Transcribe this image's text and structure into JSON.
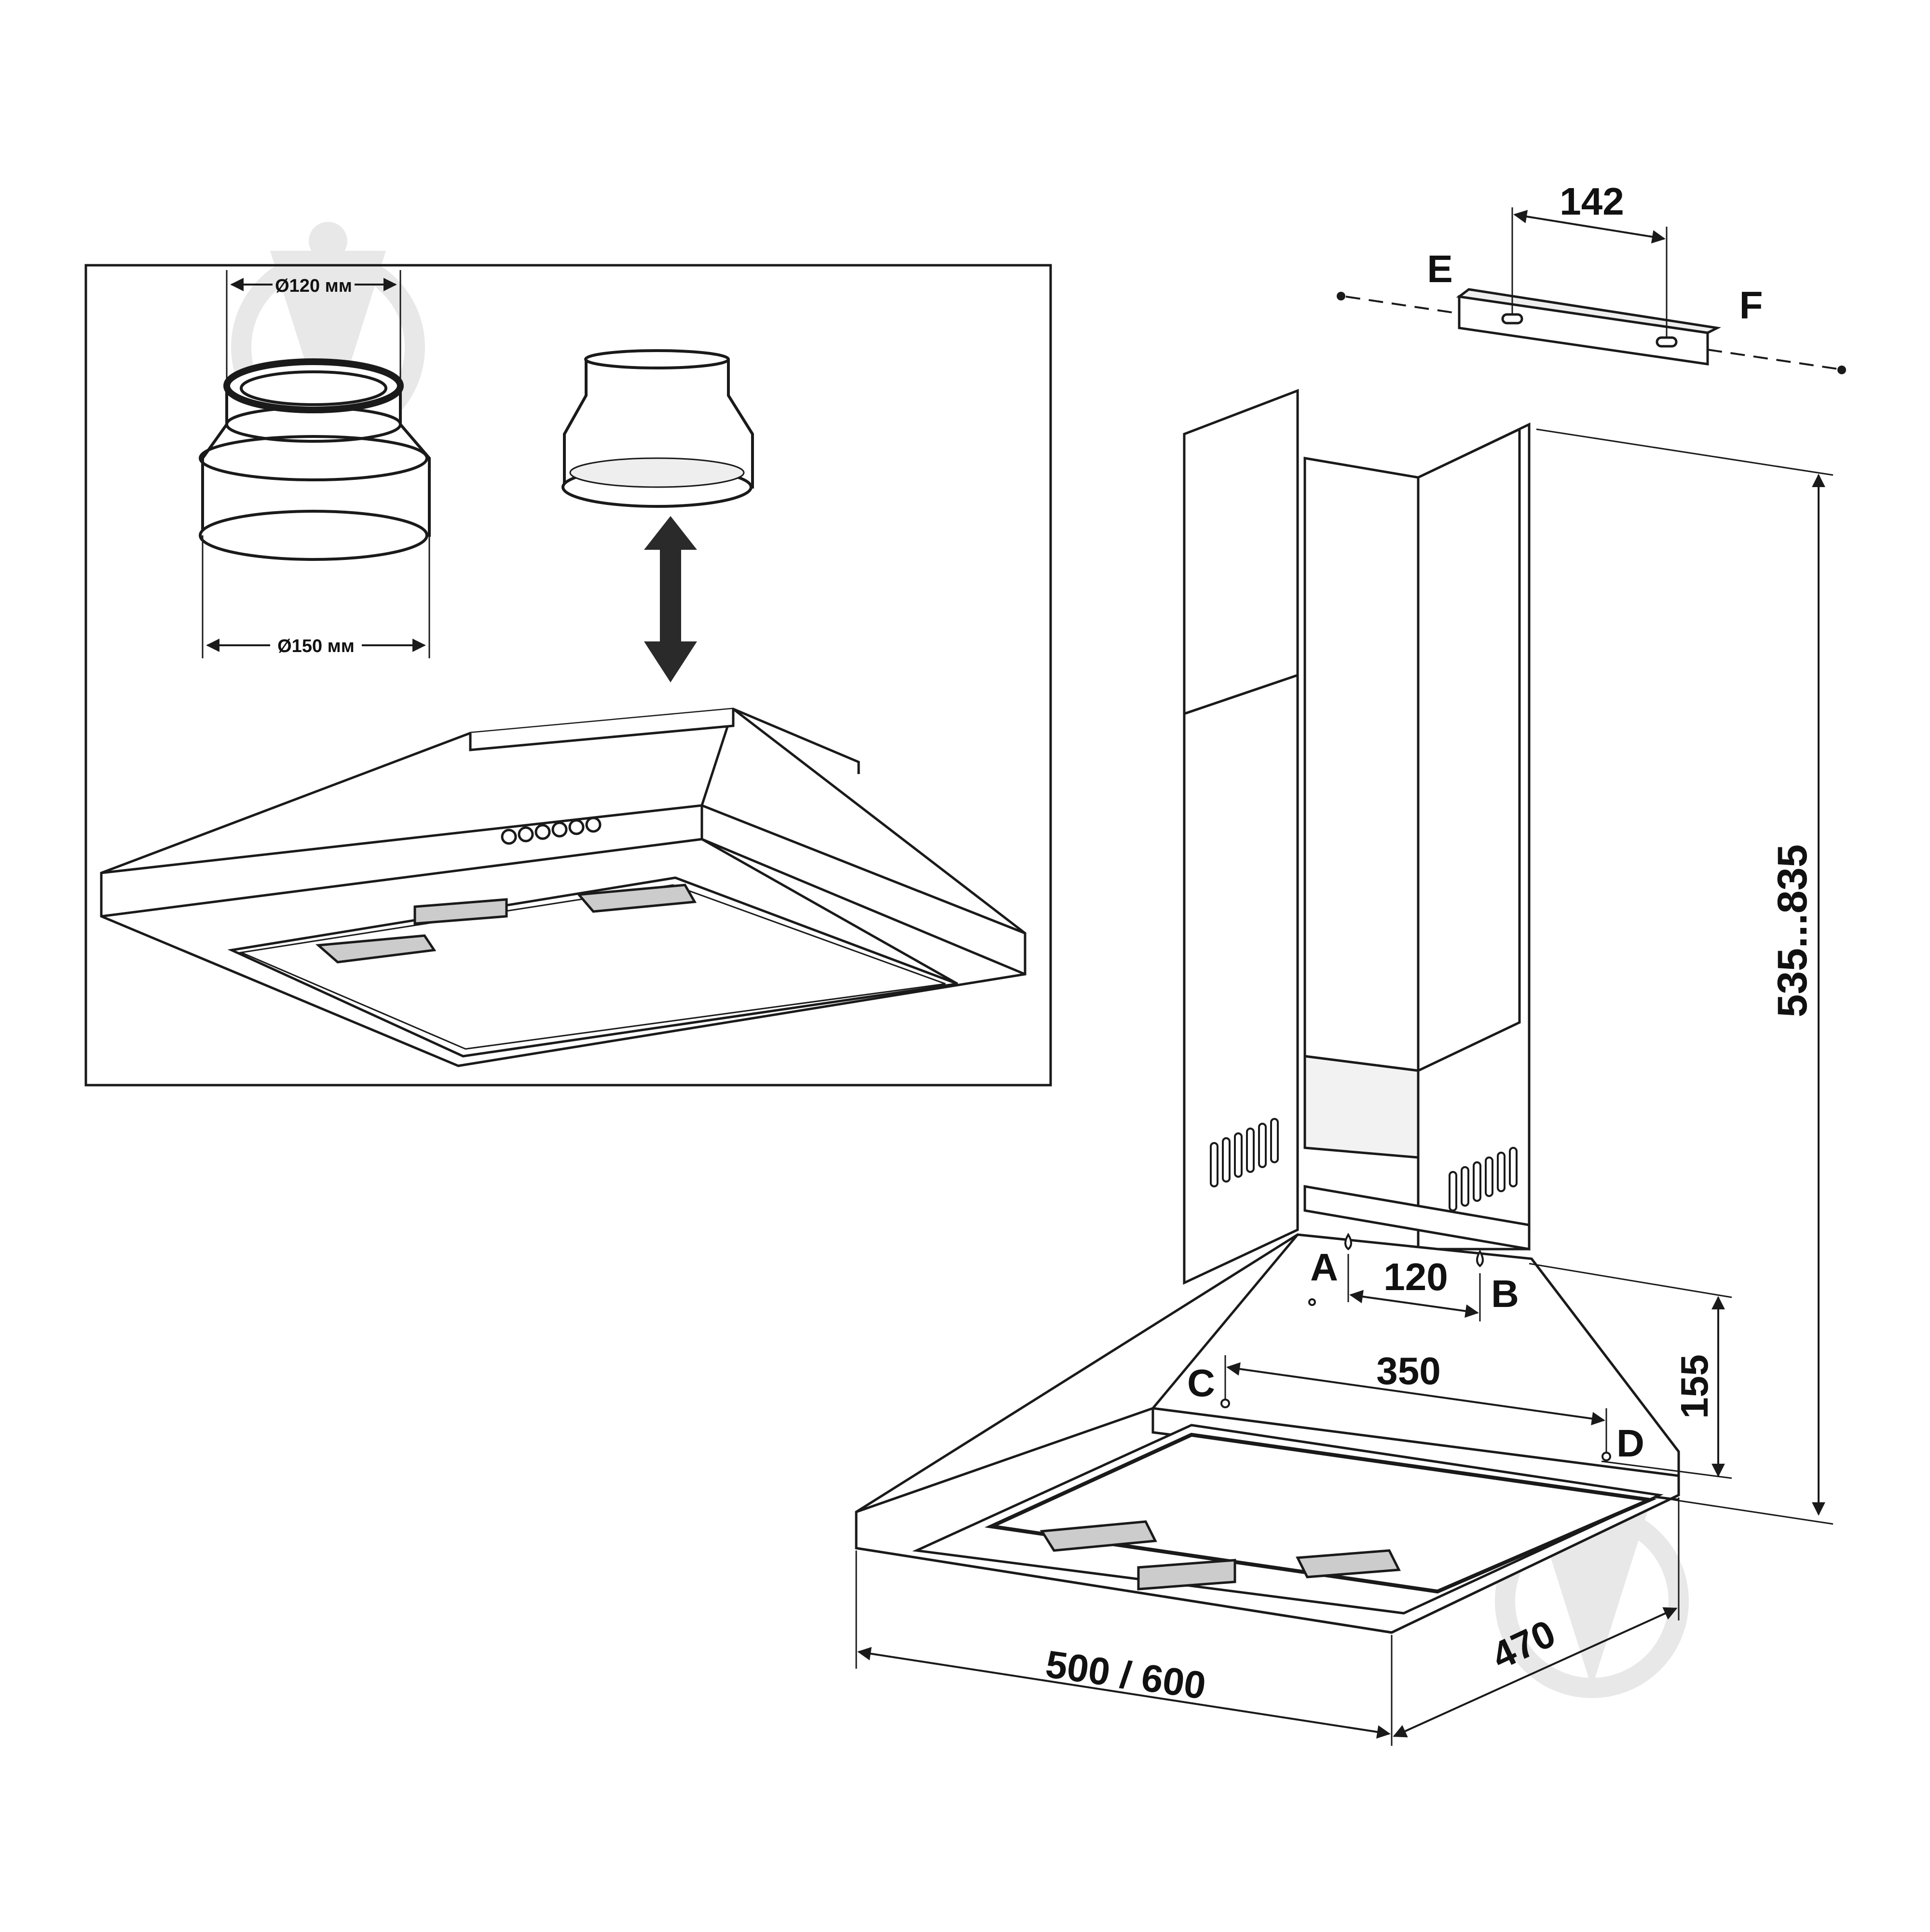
{
  "inset": {
    "diameter_top": "Ø120 мм",
    "diameter_bottom": "Ø150 мм"
  },
  "dimensions": {
    "bracket_holes": "142",
    "height_range": "535...835",
    "holes_ab": "120",
    "holes_cd": "350",
    "hole_height": "155",
    "width": "500 / 600",
    "depth": "470"
  },
  "points": {
    "a": "A",
    "b": "B",
    "c": "C",
    "d": "D",
    "e": "E",
    "f": "F"
  },
  "colors": {
    "line": "#1a1a1a",
    "watermark": "#e6e6e6",
    "shade": "#d9d9d9"
  }
}
